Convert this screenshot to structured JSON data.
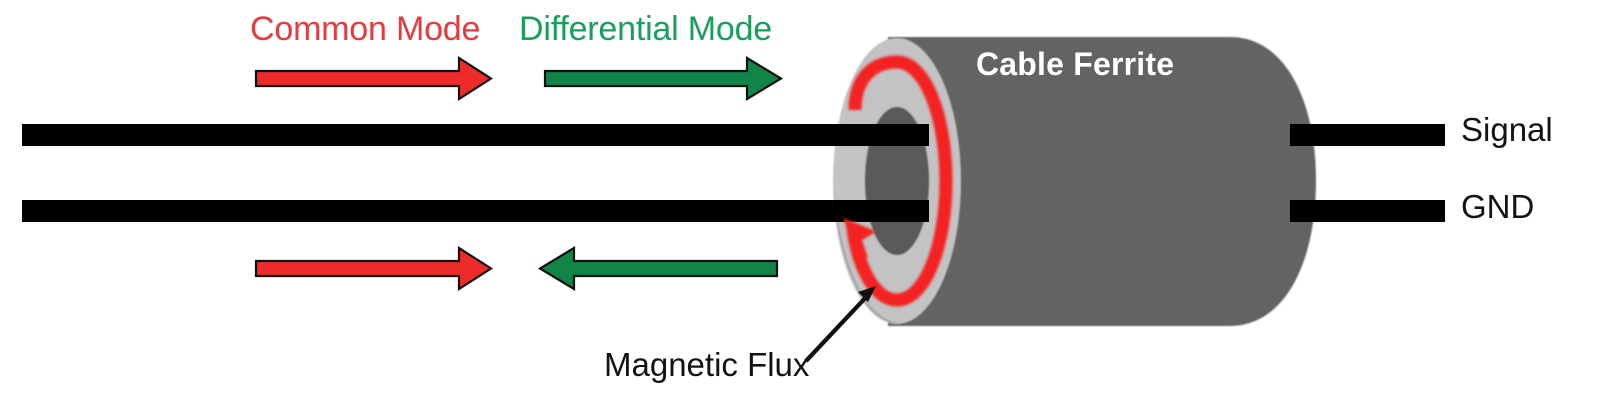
{
  "diagram": {
    "title": "Cable Ferrite common mode / differential mode diagram",
    "labels": {
      "common_mode": "Common Mode",
      "differential_mode": "Differential Mode",
      "cable_ferrite": "Cable Ferrite",
      "signal": "Signal",
      "gnd": "GND",
      "magnetic_flux": "Magnetic Flux"
    },
    "colors": {
      "common_mode_red": "#e8393f",
      "differential_mode_green": "#1a9e5e",
      "arrow_red_fill": "#ee2b2b",
      "arrow_green_fill": "#118448",
      "arrow_outline": "#101010",
      "flux_red": "#f42323",
      "ferrite_body_gray": "#646464",
      "ferrite_face_light_gray": "#c3c3c3",
      "ferrite_hole_dark_gray": "#5a5a5a",
      "cable_black": "#000000",
      "background_white": "#ffffff",
      "text_black": "#131313",
      "text_white": "#ffffff"
    },
    "arrows": {
      "common_mode_top": {
        "direction": "right",
        "color": "#ee2b2b"
      },
      "common_mode_bottom": {
        "direction": "right",
        "color": "#ee2b2b"
      },
      "differential_mode_top": {
        "direction": "right",
        "color": "#118448"
      },
      "differential_mode_bottom": {
        "direction": "left",
        "color": "#118448"
      }
    },
    "flux": {
      "shape": "circular-arrow",
      "direction": "counterclockwise",
      "color": "#f42323"
    },
    "cables": [
      {
        "name": "signal",
        "label": "Signal"
      },
      {
        "name": "gnd",
        "label": "GND"
      }
    ]
  }
}
